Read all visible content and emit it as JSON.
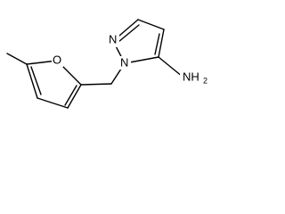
{
  "structure": {
    "atoms": {
      "furan_oxygen": "O",
      "pyrazole_n1": "N",
      "pyrazole_n2": "N",
      "amine": "NH",
      "amine_subscript": "2"
    }
  }
}
